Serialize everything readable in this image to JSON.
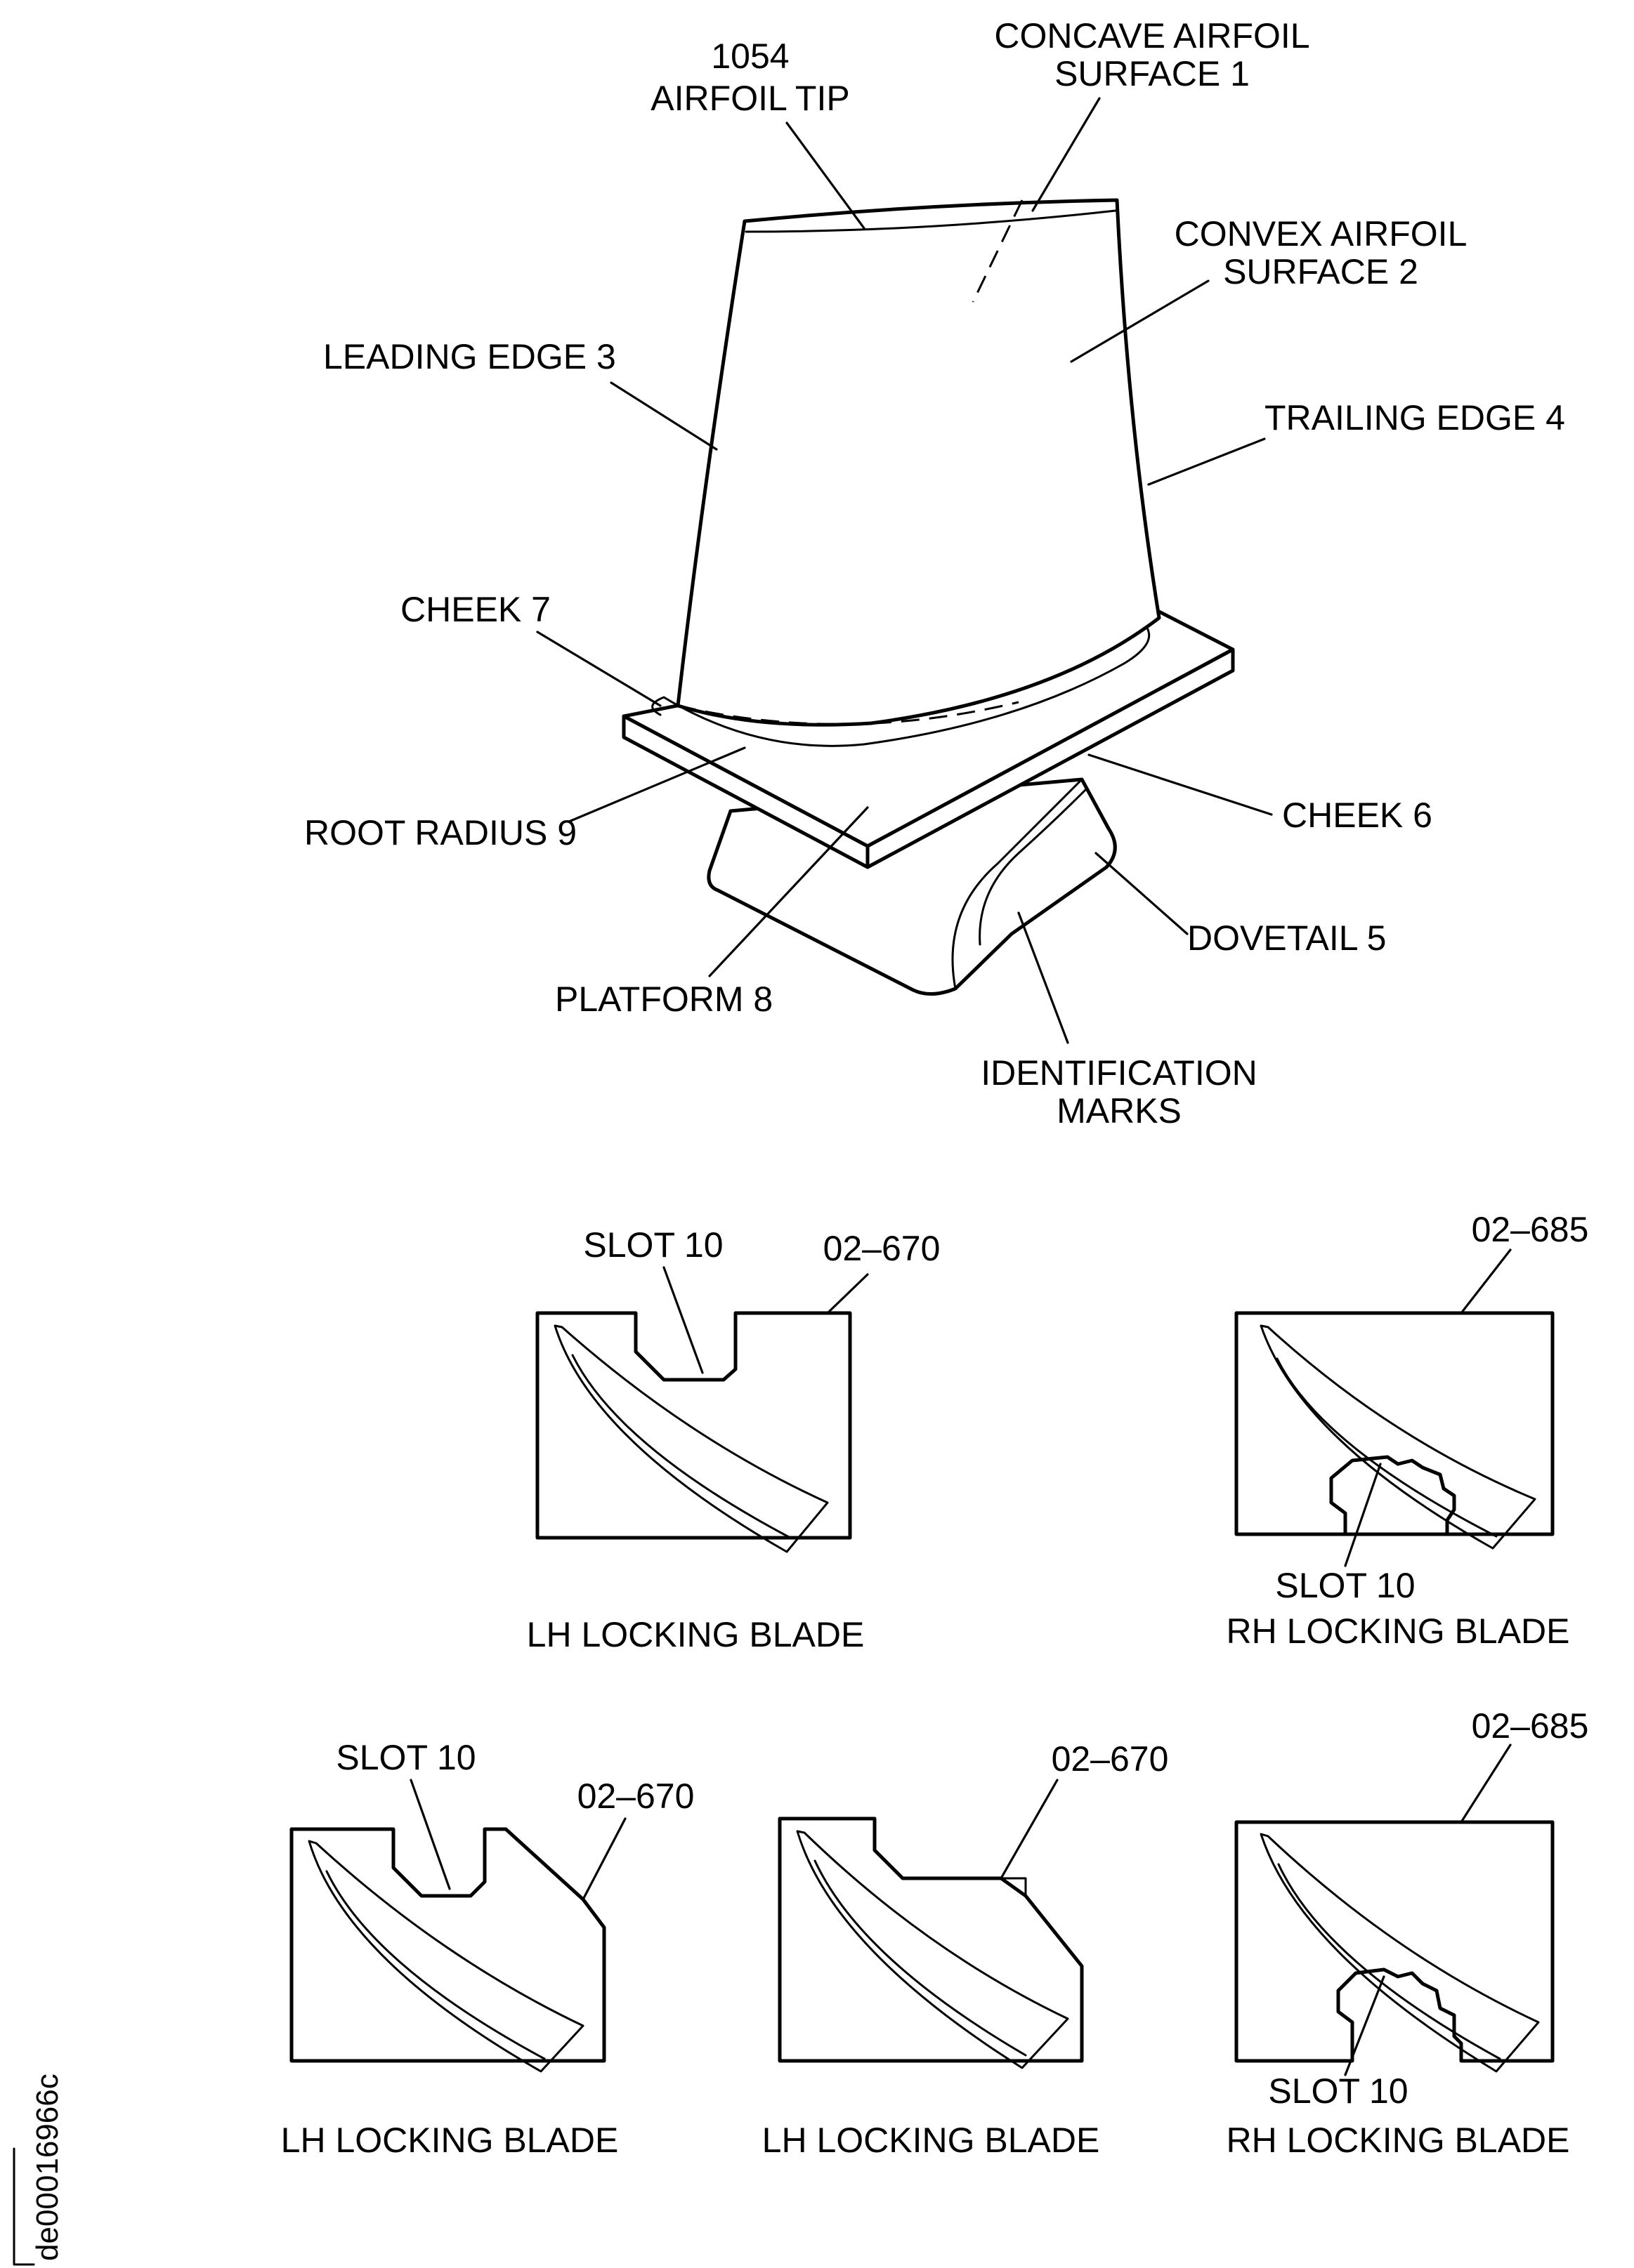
{
  "blade_diagram": {
    "labels": {
      "airfoil_tip_number": "1054",
      "airfoil_tip": "AIRFOIL TIP",
      "concave_line1": "CONCAVE AIRFOIL",
      "concave_line2": "SURFACE 1",
      "convex_line1": "CONVEX AIRFOIL",
      "convex_line2": "SURFACE 2",
      "leading_edge": "LEADING EDGE 3",
      "trailing_edge": "TRAILING EDGE 4",
      "cheek7": "CHEEK 7",
      "cheek6": "CHEEK 6",
      "root_radius": "ROOT RADIUS 9",
      "dovetail": "DOVETAIL 5",
      "platform": "PLATFORM 8",
      "identification_line1": "IDENTIFICATION",
      "identification_line2": "MARKS"
    }
  },
  "locking_blades": {
    "top_left": {
      "slot_label": "SLOT 10",
      "part_number": "02–670",
      "caption": "LH LOCKING BLADE"
    },
    "top_right": {
      "slot_label": "SLOT 10",
      "part_number": "02–685",
      "caption": "RH LOCKING BLADE"
    },
    "bottom_left": {
      "slot_label": "SLOT 10",
      "part_number": "02–670",
      "caption": "LH LOCKING BLADE"
    },
    "bottom_middle": {
      "part_number": "02–670",
      "caption": "LH LOCKING BLADE"
    },
    "bottom_right": {
      "slot_label": "SLOT 10",
      "part_number": "02–685",
      "caption": "RH LOCKING BLADE"
    }
  },
  "figure_id": "de00016966c"
}
